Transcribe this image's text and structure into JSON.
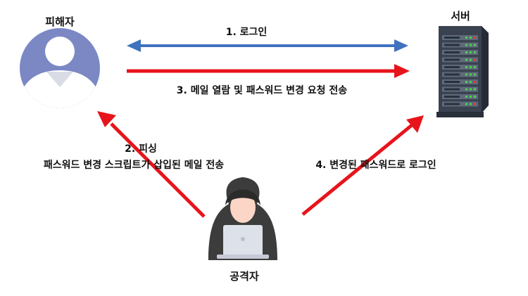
{
  "actors": {
    "victim": {
      "label": "피해자",
      "icon": "user-avatar-icon"
    },
    "server": {
      "label": "서버",
      "icon": "server-rack-icon"
    },
    "attacker": {
      "label": "공격자",
      "icon": "hooded-hacker-icon"
    }
  },
  "steps": {
    "step1": "1. 로그인",
    "step2_line1": "2. 피싱",
    "step2_line2": "패스워드 변경 스크립트가 삽입된 메일 전송",
    "step3": "3.  메일 열람 및 패스워드 변경 요청 전송",
    "step4": "4. 변경된 패스워드로 로그인"
  },
  "colors": {
    "blue_arrow": "#3f72bf",
    "red_arrow": "#e8141b",
    "avatar_circle": "#7b88c4",
    "server_dark": "#3a4250",
    "server_light": "#5e6a7b",
    "led_green": "#4cd34c",
    "led_red": "#e53935",
    "hood": "#3c3c3c",
    "skin": "#fbd5c5",
    "laptop": "#dde1ea"
  }
}
